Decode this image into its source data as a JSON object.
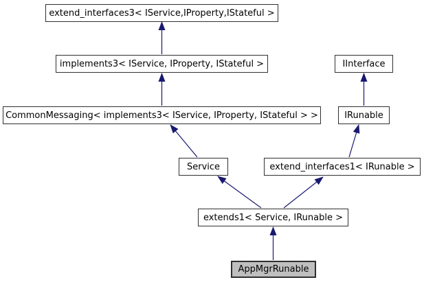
{
  "diagram": {
    "type": "class-inheritance-graph",
    "title": "Inheritance diagram for AppMgrRunable",
    "colors": {
      "background": "#ffffff",
      "node_border": "#2f2f2f",
      "node_fill": "#ffffff",
      "highlight_fill": "#bfbfbf",
      "arrow": "#191970",
      "text": "#000000"
    },
    "nodes": [
      {
        "id": "extend_interfaces3",
        "label": "extend_interfaces3< IService,IProperty,IStateful >",
        "highlighted": false
      },
      {
        "id": "implements3",
        "label": "implements3< IService, IProperty, IStateful >",
        "highlighted": false
      },
      {
        "id": "CommonMessaging",
        "label": "CommonMessaging< implements3< IService, IProperty, IStateful > >",
        "highlighted": false
      },
      {
        "id": "IInterface",
        "label": "IInterface",
        "highlighted": false
      },
      {
        "id": "IRunable",
        "label": "IRunable",
        "highlighted": false
      },
      {
        "id": "Service",
        "label": "Service",
        "highlighted": false
      },
      {
        "id": "extend_interfaces1",
        "label": "extend_interfaces1< IRunable >",
        "highlighted": false
      },
      {
        "id": "extends1",
        "label": "extends1< Service, IRunable >",
        "highlighted": false
      },
      {
        "id": "AppMgrRunable",
        "label": "AppMgrRunable",
        "highlighted": true
      }
    ],
    "edges": [
      {
        "from": "implements3",
        "to": "extend_interfaces3",
        "relation": "inherits"
      },
      {
        "from": "CommonMessaging",
        "to": "implements3",
        "relation": "inherits"
      },
      {
        "from": "Service",
        "to": "CommonMessaging",
        "relation": "inherits"
      },
      {
        "from": "IRunable",
        "to": "IInterface",
        "relation": "inherits"
      },
      {
        "from": "extend_interfaces1",
        "to": "IRunable",
        "relation": "inherits"
      },
      {
        "from": "extends1",
        "to": "Service",
        "relation": "inherits"
      },
      {
        "from": "extends1",
        "to": "extend_interfaces1",
        "relation": "inherits"
      },
      {
        "from": "AppMgrRunable",
        "to": "extends1",
        "relation": "inherits"
      }
    ]
  }
}
